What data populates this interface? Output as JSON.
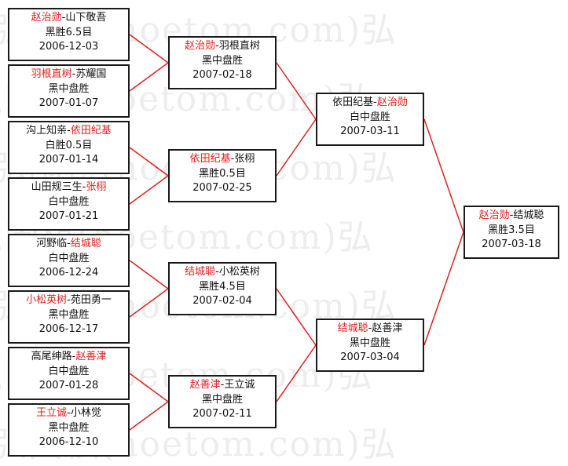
{
  "watermark_text": "弘围棋(hoetom.com)弘",
  "colors": {
    "winner": "#e02020",
    "text": "#111111",
    "line": "#e02020",
    "border": "#1a1a1a"
  },
  "rounds": [
    {
      "name": "round1",
      "matches": [
        {
          "p1": "赵治勋",
          "p2": "山下敬吾",
          "winner": "p1",
          "result": "黑胜6.5目",
          "date": "2006-12-03"
        },
        {
          "p1": "羽根直树",
          "p2": "苏耀国",
          "winner": "p1",
          "result": "黑中盘胜",
          "date": "2007-01-07"
        },
        {
          "p1": "沟上知亲",
          "p2": "依田纪基",
          "winner": "p2",
          "result": "白胜0.5目",
          "date": "2007-01-14"
        },
        {
          "p1": "山田规三生",
          "p2": "张栩",
          "winner": "p2",
          "result": "白中盘胜",
          "date": "2007-01-21"
        },
        {
          "p1": "河野临",
          "p2": "结城聪",
          "winner": "p2",
          "result": "白中盘胜",
          "date": "2006-12-24"
        },
        {
          "p1": "小松英树",
          "p2": "苑田勇一",
          "winner": "p1",
          "result": "黑中盘胜",
          "date": "2006-12-17"
        },
        {
          "p1": "高尾绅路",
          "p2": "赵善津",
          "winner": "p2",
          "result": "白中盘胜",
          "date": "2007-01-28"
        },
        {
          "p1": "王立诚",
          "p2": "小林觉",
          "winner": "p1",
          "result": "黑中盘胜",
          "date": "2006-12-10"
        }
      ]
    },
    {
      "name": "round2",
      "matches": [
        {
          "p1": "赵治勋",
          "p2": "羽根直树",
          "winner": "p1",
          "result": "黑中盘胜",
          "date": "2007-02-18"
        },
        {
          "p1": "依田纪基",
          "p2": "张栩",
          "winner": "p1",
          "result": "黑胜0.5目",
          "date": "2007-02-25"
        },
        {
          "p1": "结城聪",
          "p2": "小松英树",
          "winner": "p1",
          "result": "黑胜4.5目",
          "date": "2007-02-04"
        },
        {
          "p1": "赵善津",
          "p2": "王立诚",
          "winner": "p1",
          "result": "黑中盘胜",
          "date": "2007-02-11"
        }
      ]
    },
    {
      "name": "semifinal",
      "matches": [
        {
          "p1": "依田纪基",
          "p2": "赵治勋",
          "winner": "p2",
          "result": "白中盘胜",
          "date": "2007-03-11"
        },
        {
          "p1": "结城聪",
          "p2": "赵善津",
          "winner": "p1",
          "result": "黑中盘胜",
          "date": "2007-03-04"
        }
      ]
    },
    {
      "name": "final",
      "matches": [
        {
          "p1": "赵治勋",
          "p2": "结城聪",
          "winner": "p1",
          "result": "黑胜3.5目",
          "date": "2007-03-18"
        }
      ]
    }
  ]
}
